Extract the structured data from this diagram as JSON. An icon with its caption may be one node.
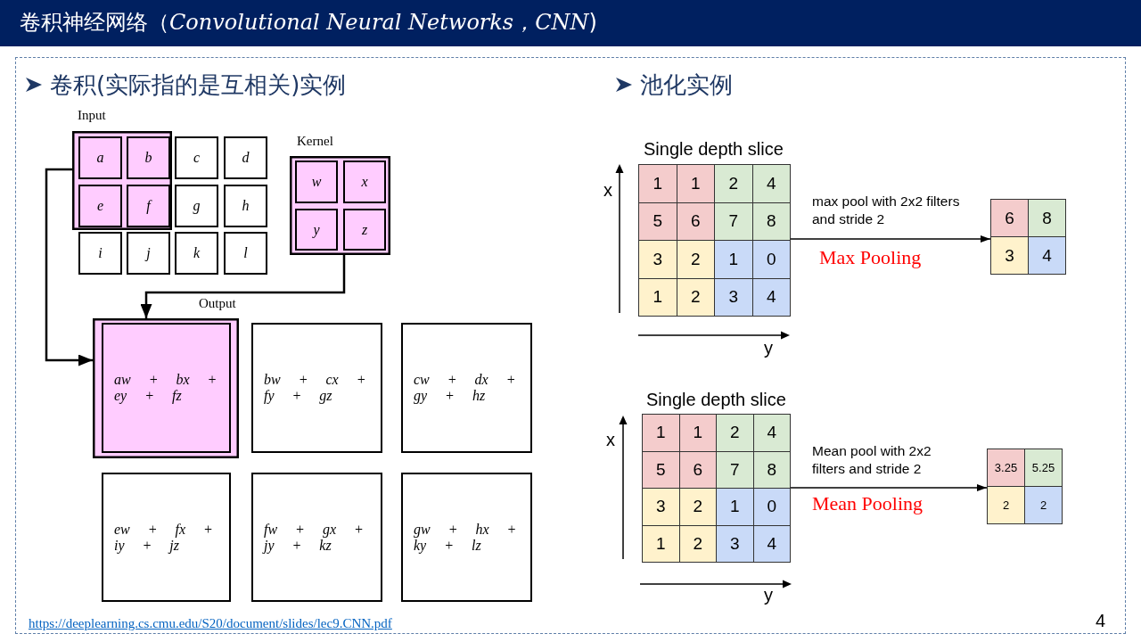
{
  "diagram": {
    "title": "卷积神经网络（*Convolutional Neural Networks，CNN*)",
    "nodes": [
      {
        "text": [],
        "shape": "box"
      },
      {
        "text": [
          "a"
        ],
        "in": 0
      },
      {
        "text": [
          "b"
        ],
        "in": 0
      },
      {
        "text": [
          "c"
        ]
      },
      {
        "text": [
          "d"
        ]
      },
      {
        "text": [
          "e"
        ],
        "in": 0
      },
      {
        "text": [
          "f"
        ],
        "in": 0
      },
      {
        "text": [
          "g"
        ]
      },
      {
        "text": [
          "h"
        ]
      },
      {
        "text": [
          "i"
        ]
      },
      {
        "text": [
          "j"
        ]
      },
      {
        "text": [
          "k"
        ]
      },
      {
        "text": [
          "l"
        ]
      },
      {
        "text": [
          "Kernel"
        ]
      },
      {
        "text": [
          "w"
        ],
        "in": 13
      },
      {
        "text": [
          "x"
        ],
        "in": 13
      },
      {
        "text": [
          "y"
        ],
        "in": 13
      },
      {
        "text": [
          "z"
        ],
        "in": 13
      },
      {
        "text": [],
        "shape": "box"
      },
      {
        "text": [
          "aw + bx + ey + fz"
        ],
        "in": 18
      },
      {
        "text": [
          "bw + cx + fy + gz"
        ]
      },
      {
        "text": [
          "cw + dx + gy + hz"
        ]
      },
      {
        "text": [
          "ew + fx + iy + jz"
        ]
      },
      {
        "text": [
          "fw + gx + jy + kz"
        ]
      },
      {
        "text": [
          "gw + hx + ky + lz"
        ]
      },
      {
        "text": [
          "Single depth slice"
        ]
      },
      {
        "text": [
          "1"
        ],
        "in": 25
      },
      {
        "text": [
          "1"
        ],
        "in": 25
      },
      {
        "text": [
          "2"
        ],
        "in": 25
      },
      {
        "text": [
          "4"
        ],
        "in": 25
      },
      {
        "text": [
          "5"
        ],
        "in": 25
      },
      {
        "text": [
          "6"
        ],
        "in": 25
      },
      {
        "text": [
          "7"
        ],
        "in": 25
      },
      {
        "text": [
          "8"
        ],
        "in": 25
      },
      {
        "text": [
          "3"
        ],
        "in": 25
      },
      {
        "text": [
          "2"
        ],
        "in": 25
      },
      {
        "text": [
          "1"
        ],
        "in": 25
      },
      {
        "text": [
          "0"
        ],
        "in": 25
      },
      {
        "text": [
          "1"
        ],
        "in": 25
      },
      {
        "text": [
          "2"
        ],
        "in": 25
      },
      {
        "text": [
          "3"
        ],
        "in": 25
      },
      {
        "text": [
          "4"
        ],
        "in": 25
      },
      {
        "text": [],
        "shape": "box"
      },
      {
        "text": [
          "6"
        ],
        "in": 42
      },
      {
        "text": [
          "8"
        ],
        "in": 42
      },
      {
        "text": [
          "3"
        ],
        "in": 42
      },
      {
        "text": [
          "4"
        ],
        "in": 42
      },
      {
        "text": [
          "Single depth slice"
        ]
      },
      {
        "text": [
          "1"
        ],
        "in": 47
      },
      {
        "text": [
          "1"
        ],
        "in": 47
      },
      {
        "text": [
          "2"
        ],
        "in": 47
      },
      {
        "text": [
          "4"
        ],
        "in": 47
      },
      {
        "text": [
          "5"
        ],
        "in": 47
      },
      {
        "text": [
          "6"
        ],
        "in": 47
      },
      {
        "text": [
          "7"
        ],
        "in": 47
      },
      {
        "text": [
          "8"
        ],
        "in": 47
      },
      {
        "text": [
          "3"
        ],
        "in": 47
      },
      {
        "text": [
          "2"
        ],
        "in": 47
      },
      {
        "text": [
          "1"
        ],
        "in": 47
      },
      {
        "text": [
          "0"
        ],
        "in": 47
      },
      {
        "text": [
          "1"
        ],
        "in": 47
      },
      {
        "text": [
          "2"
        ],
        "in": 47
      },
      {
        "text": [
          "3"
        ],
        "in": 47
      },
      {
        "text": [
          "4"
        ],
        "in": 47
      },
      {
        "text": [],
        "shape": "box"
      },
      {
        "text": [
          "3.25"
        ],
        "in": 64
      },
      {
        "text": [
          "5.25"
        ],
        "in": 64
      },
      {
        "text": [
          "2"
        ],
        "in": 64
      },
      {
        "text": [
          "2"
        ],
        "in": 64
      }
    ],
    "edges": [
      {
        "from": 0,
        "to": 18,
        "arrow": "to"
      },
      {
        "from": 13,
        "to": 18,
        "arrow": "to"
      },
      {
        "from": 25,
        "to": 42,
        "arrow": "to",
        "label": "max pool with 2x2 filters and stride 2"
      },
      {
        "from": 47,
        "to": 64,
        "arrow": "to",
        "label": "Mean pool with 2x2 filters and stride 2"
      }
    ],
    "labels": [
      "卷积(实际指的是互相关)实例",
      "池化实例",
      "Input",
      "Output",
      "x",
      "y",
      "Max Pooling",
      "x",
      "y",
      "Mean Pooling",
      "https://deeplearning.cs.cmu.edu/S20/document/slides/lec9.CNN.pdf",
      "4"
    ]
  }
}
